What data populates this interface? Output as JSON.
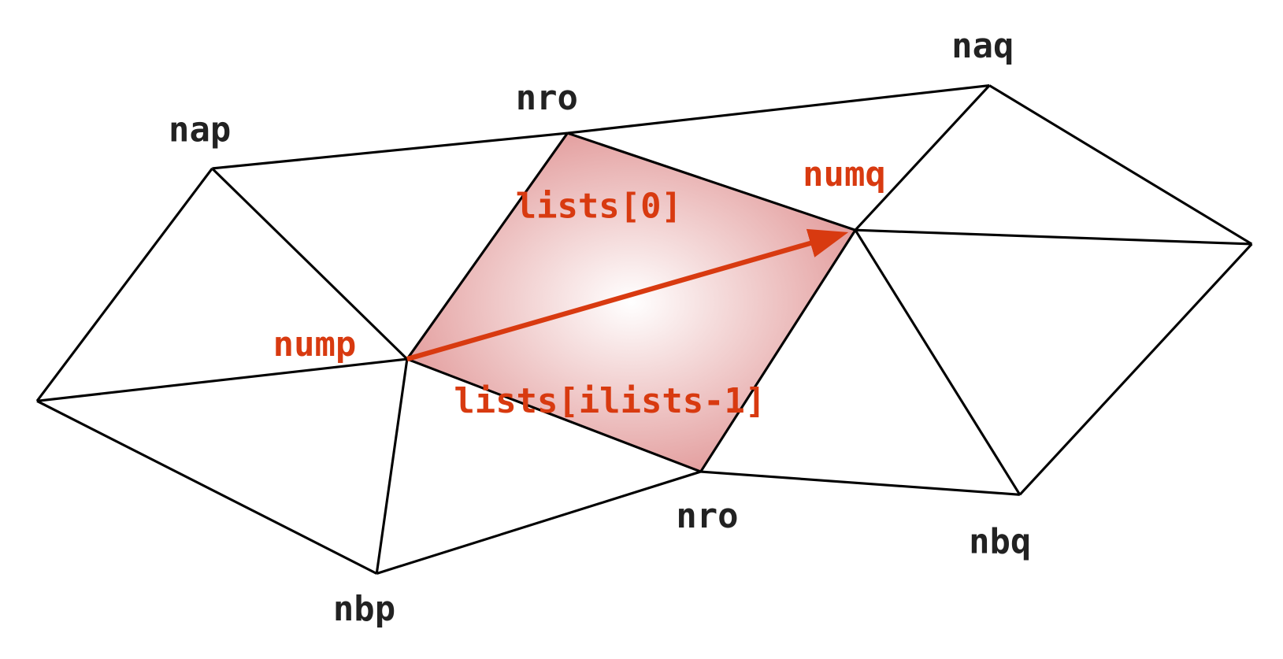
{
  "colors": {
    "edge": "#000000",
    "highlight": "#d83a10",
    "fill": "#e08a8a"
  },
  "vertex_labels": {
    "nap": "nap",
    "nro_top": "nro",
    "naq": "naq",
    "numq": "numq",
    "nump": "nump",
    "nbp": "nbp",
    "nro_bottom": "nro",
    "nbq": "nbq"
  },
  "edge_labels": {
    "first": "lists[0]",
    "last": "lists[ilists-1]"
  }
}
